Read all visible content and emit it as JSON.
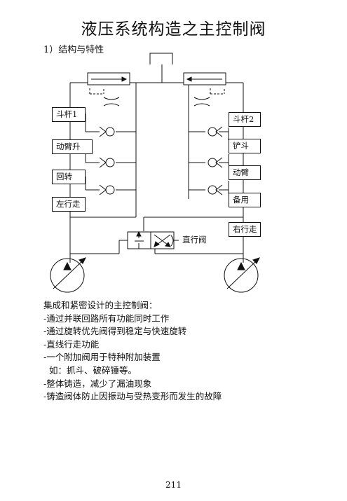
{
  "page": {
    "title": "液压系统构造之主控制阀",
    "subtitle": "1）结构与特性",
    "page_number": "211"
  },
  "diagram": {
    "left_boxes": [
      "斗杆1",
      "动臂升",
      "回转",
      "左行走"
    ],
    "right_boxes": [
      "斗杆2",
      "铲斗",
      "动臂",
      "备用",
      "右行走"
    ],
    "valve_label": "直行阀"
  },
  "text": {
    "intro": "集成和紧密设计的主控制阀：",
    "items": [
      "-通过并联回路所有功能同时工作",
      "-通过旋转优先阀得到稳定与快速旋转",
      "-直线行走功能",
      "-一个附加阀用于特种附加装置",
      "  如：抓斗、破碎锤等。",
      "-整体铸造，减少了漏油现象",
      "-铸造阀体防止因振动与受热变形而发生的故障"
    ]
  }
}
